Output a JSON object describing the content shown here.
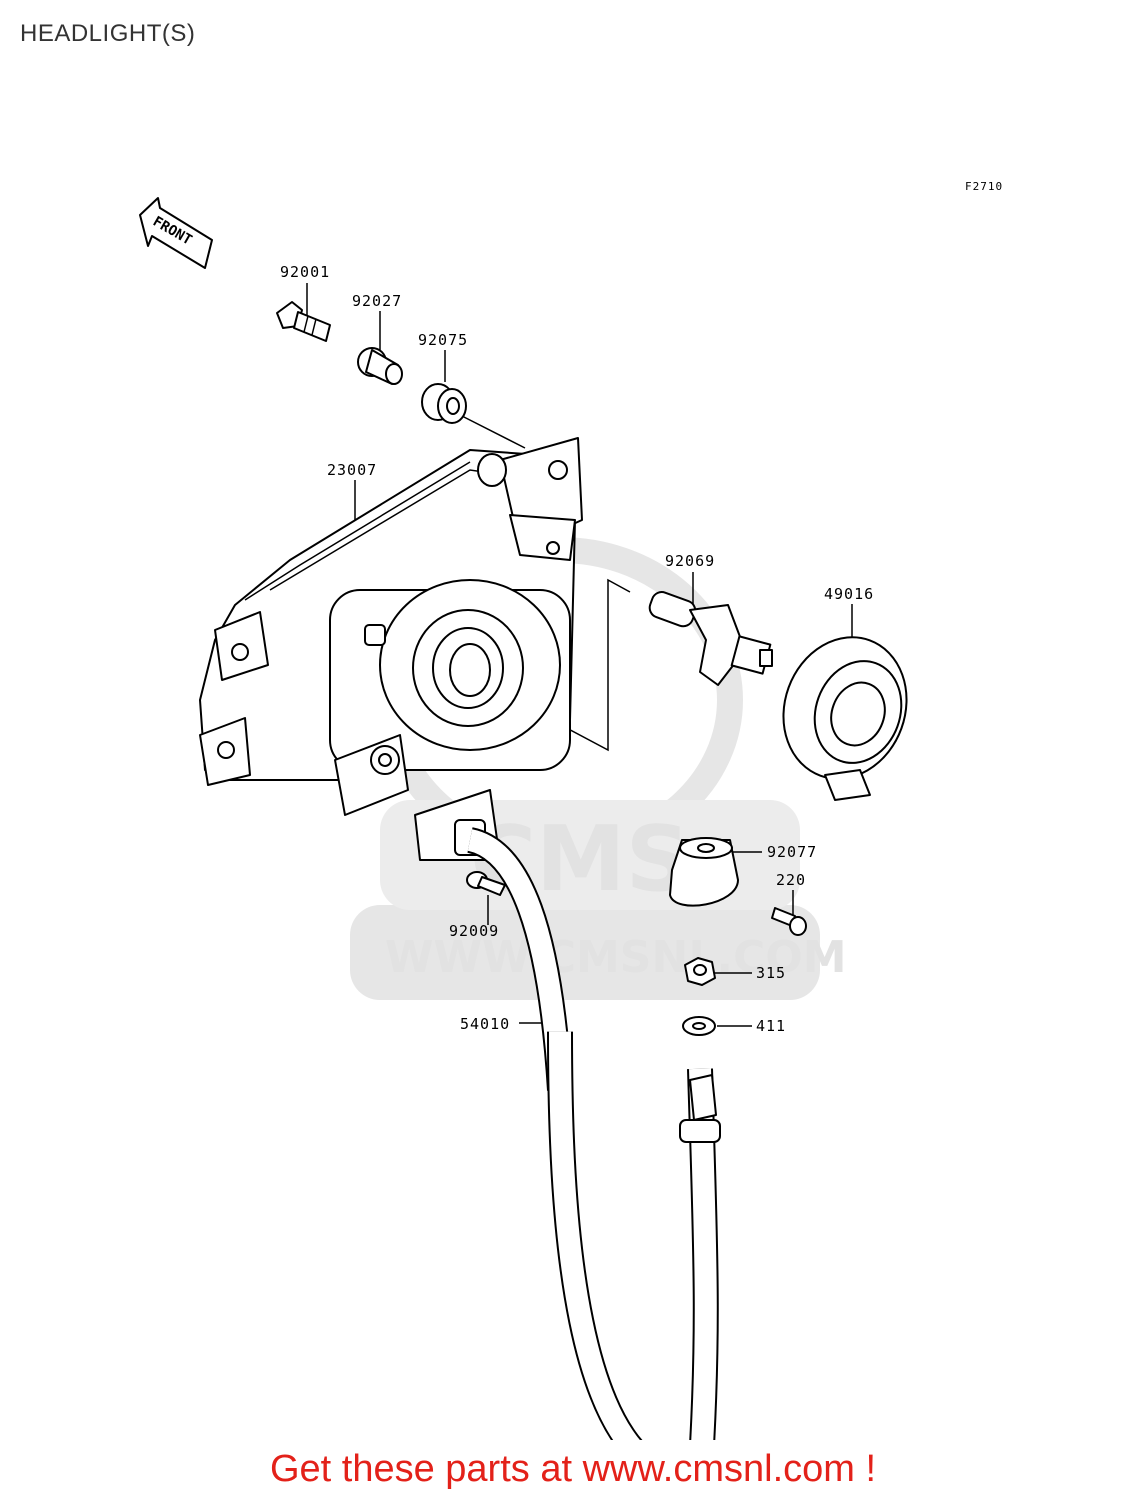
{
  "page": {
    "title": "HEADLIGHT(S)",
    "figure_code": "F2710",
    "front_label": "FRONT",
    "watermark": {
      "brand": "CMS",
      "url": "WWW.CMSNL.COM"
    },
    "call_to_action": "Get these parts at www.cmsnl.com !",
    "cta_color": "#e32119"
  },
  "parts": [
    {
      "number": "92001"
    },
    {
      "number": "92027"
    },
    {
      "number": "92075"
    },
    {
      "number": "23007"
    },
    {
      "number": "92069"
    },
    {
      "number": "49016"
    },
    {
      "number": "92077"
    },
    {
      "number": "220"
    },
    {
      "number": "92009"
    },
    {
      "number": "315"
    },
    {
      "number": "54010"
    },
    {
      "number": "411"
    }
  ]
}
